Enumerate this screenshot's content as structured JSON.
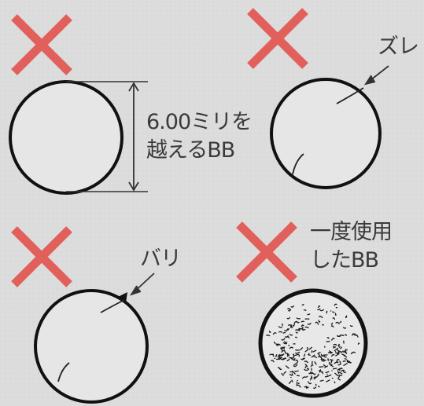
{
  "colors": {
    "background": "#dcdcdc",
    "cross_mark": "#e2605b",
    "outline": "#111111",
    "label_text": "#3a3a3a"
  },
  "panels": [
    {
      "mark": "cross-mark-icon",
      "defect": "oversize",
      "label_lines": [
        "6.00ミリを",
        "越えるBB"
      ]
    },
    {
      "mark": "cross-mark-icon",
      "defect": "misaligned-seam",
      "label_lines": [
        "ズレ"
      ]
    },
    {
      "mark": "cross-mark-icon",
      "defect": "burr",
      "label_lines": [
        "バリ"
      ]
    },
    {
      "mark": "cross-mark-icon",
      "defect": "used",
      "label_lines": [
        "一度使用",
        "したBB"
      ]
    }
  ]
}
